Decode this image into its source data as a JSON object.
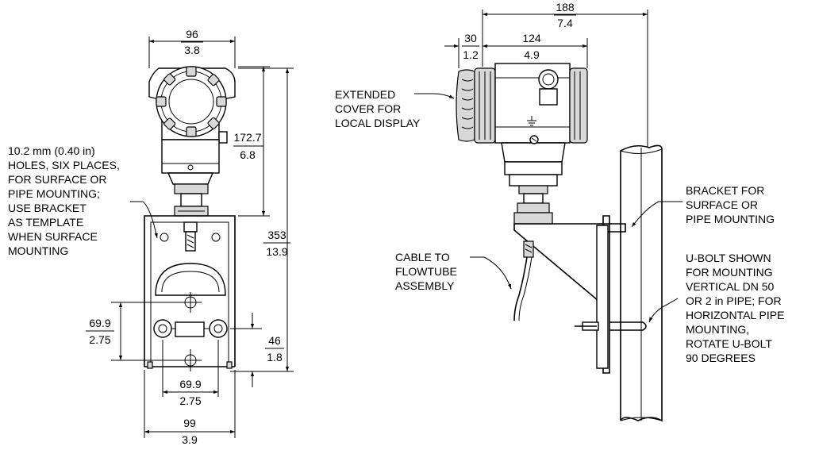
{
  "dimensions": {
    "width_top": {
      "mm": "96",
      "in": "3.8"
    },
    "height_upper": {
      "mm": "172.7",
      "in": "6.8"
    },
    "height_total": {
      "mm": "353",
      "in": "13.9"
    },
    "hole_vertical": {
      "mm": "69.9",
      "in": "2.75"
    },
    "hole_horizontal": {
      "mm": "69.9",
      "in": "2.75"
    },
    "hole_offset": {
      "mm": "46",
      "in": "1.8"
    },
    "bracket_width": {
      "mm": "99",
      "in": "3.9"
    },
    "overall_depth": {
      "mm": "188",
      "in": "7.4"
    },
    "cover_extension": {
      "mm": "30",
      "in": "1.2"
    },
    "housing_depth": {
      "mm": "124",
      "in": "4.9"
    }
  },
  "notes": {
    "holes": [
      "10.2 mm (0.40 in)",
      "HOLES, SIX PLACES,",
      "FOR SURFACE OR",
      "PIPE MOUNTING;",
      "USE BRACKET",
      "AS TEMPLATE",
      "WHEN SURFACE",
      "MOUNTING"
    ],
    "extended_cover": [
      "EXTENDED",
      "COVER FOR",
      "LOCAL DISPLAY"
    ],
    "cable": [
      "CABLE TO",
      "FLOWTUBE",
      "ASSEMBLY"
    ],
    "bracket": [
      "BRACKET FOR",
      "SURFACE OR",
      "PIPE MOUNTING"
    ],
    "ubolt": [
      "U-BOLT SHOWN",
      "FOR MOUNTING",
      "VERTICAL DN 50",
      "OR 2 in PIPE; FOR",
      "HORIZONTAL PIPE",
      "MOUNTING,",
      "ROTATE U-BOLT",
      "90 DEGREES"
    ]
  }
}
